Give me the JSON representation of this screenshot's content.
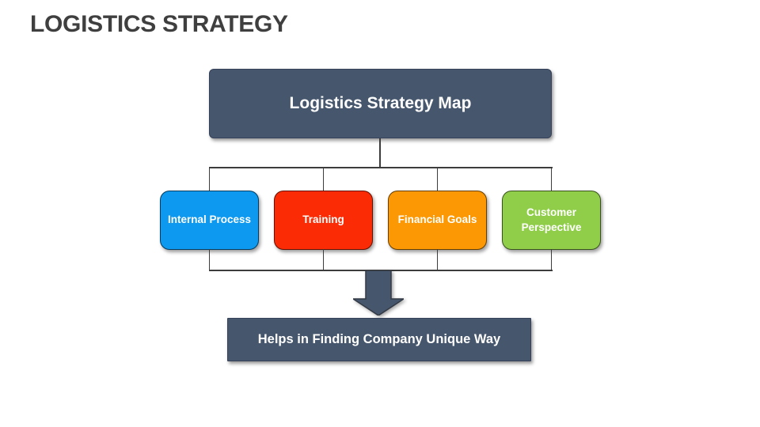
{
  "slide": {
    "title": "LOGISTICS STRATEGY",
    "title_color": "#3F3F3F",
    "background": "#FFFFFF"
  },
  "diagram": {
    "connector_color": "#3C3C3C",
    "root": {
      "label": "Logistics Strategy Map",
      "fill": "#46566C",
      "text_color": "#FFFFFF"
    },
    "branches": [
      {
        "label": "Internal Process",
        "fill": "#0D99F0"
      },
      {
        "label": "Training",
        "fill": "#FA2B05"
      },
      {
        "label": "Financial Goals",
        "fill": "#FB9803"
      },
      {
        "label": "Customer Perspective",
        "fill": "#90CE4A"
      }
    ],
    "arrow": {
      "icon": "down-block-arrow",
      "fill": "#46566C",
      "stroke": "#333A45"
    },
    "outcome": {
      "label": "Helps in Finding Company Unique Way",
      "fill": "#46566C",
      "text_color": "#FFFFFF"
    }
  }
}
